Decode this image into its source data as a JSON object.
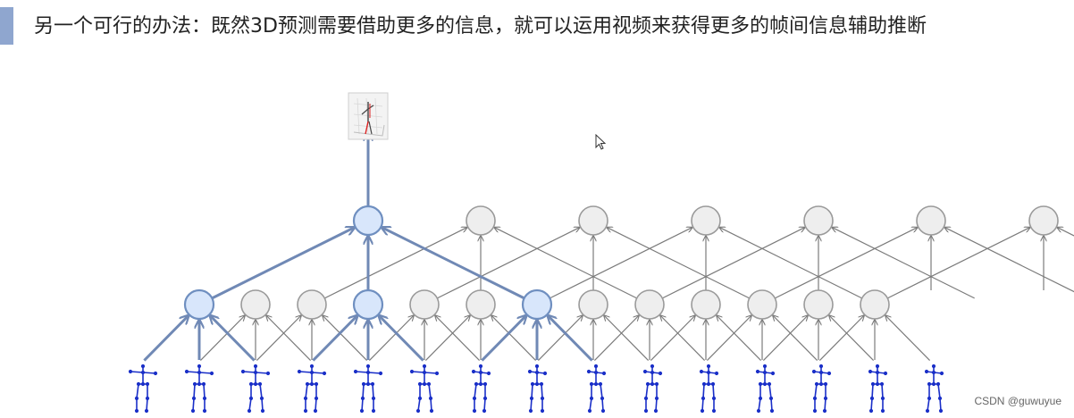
{
  "slide": {
    "heading": "另一个可行的办法：既然3D预测需要借助更多的信息，就可以运用视频来获得更多的帧间信息辅助推断",
    "watermark": "CSDN @guwuyue"
  },
  "diagram": {
    "input_frame_count": 15,
    "hidden_layer_1_count": 13,
    "hidden_layer_2_count": 7,
    "kernel_size": 3,
    "highlight_output_node": 0,
    "highlight_layer1_nodes": [
      0,
      3,
      6
    ],
    "output_icon": "3d-pose-plot-icon",
    "colors": {
      "accent_bar": "#8fa6cf",
      "node_fill": "#eeeeee",
      "node_stroke": "#9a9a9a",
      "highlight_fill": "#d8e6fb",
      "highlight_stroke": "#6f8fc0",
      "edge": "#7a7a7a",
      "highlight_edge": "#7089b5",
      "skeleton": "#1a2fc8"
    }
  }
}
